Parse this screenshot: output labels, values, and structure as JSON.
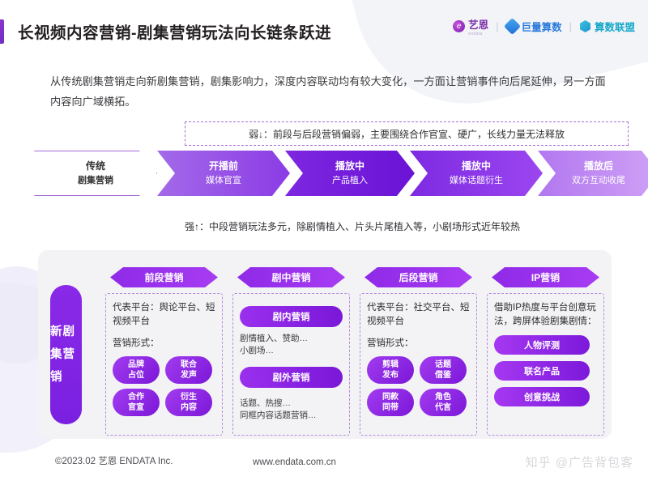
{
  "header": {
    "title": "长视频内容营销-剧集营销玩法向长链条跃进",
    "accent_color": "#7f2ae0",
    "logos": [
      {
        "name": "艺恩",
        "sub": "endata",
        "icon": "endata-logo-icon",
        "color": "#7b2fa8"
      },
      {
        "name": "巨量算数",
        "sub": "",
        "icon": "juliang-logo-icon",
        "color": "#2a7bdd"
      },
      {
        "name": "算数联盟",
        "sub": "",
        "icon": "suanshu-logo-icon",
        "color": "#15a8c9"
      }
    ],
    "separator": "|"
  },
  "intro": "从传统剧集营销走向新剧集营销，剧集影响力，深度内容联动均有较大变化，一方面让营销事件向后尾延伸，另一方面内容向广域横拓。",
  "notes": {
    "weak": "弱↓：前段与后段营销偏弱，主要围绕合作官宣、硬广，长线力量无法释放",
    "strong": "强↑：中段营销玩法多元，除剧情植入、片头片尾植入等，小剧场形式近年较热"
  },
  "flow": {
    "legacy": {
      "line1": "传统",
      "line2": "剧集营销"
    },
    "stages": [
      {
        "line1": "开播前",
        "line2": "媒体官宣",
        "color": "#8b3ce6"
      },
      {
        "line1": "播放中",
        "line2": "产品植入",
        "color": "#6a13d6"
      },
      {
        "line1": "播放中",
        "line2": "媒体话题衍生",
        "color": "#7d2ae2"
      },
      {
        "line1": "播放后",
        "line2": "双方互动收尾",
        "color": "#b277ef"
      }
    ]
  },
  "panel": {
    "vertical_label": "新剧集营销",
    "columns": [
      {
        "header": "前段营销",
        "platform_line": "代表平台：舆论平台、短视频平台",
        "form_label": "营销形式：",
        "pills": [
          {
            "l1": "品牌",
            "l2": "占位"
          },
          {
            "l1": "联合",
            "l2": "发声"
          },
          {
            "l1": "合作",
            "l2": "官宣"
          },
          {
            "l1": "衍生",
            "l2": "内容"
          }
        ]
      },
      {
        "header": "剧中营销",
        "group1_title": "剧内营销",
        "group1_text": "剧情植入、赞助…\n小剧场…",
        "group2_title": "剧外营销",
        "group2_text": "话题、热搜…\n同框内容话题营销…"
      },
      {
        "header": "后段营销",
        "platform_line": "代表平台：社交平台、短视频平台",
        "form_label": "营销形式：",
        "pills": [
          {
            "l1": "剪辑",
            "l2": "发布"
          },
          {
            "l1": "话题",
            "l2": "借鉴"
          },
          {
            "l1": "同款",
            "l2": "同带"
          },
          {
            "l1": "角色",
            "l2": "代言"
          }
        ]
      },
      {
        "header": "IP营销",
        "platform_line": "借助IP热度与平台创意玩法，跨屏体验剧集剧情：",
        "pills_wide": [
          "人物评测",
          "联名产品",
          "创意挑战"
        ]
      }
    ]
  },
  "footer": {
    "copyright": "©2023.02 艺恩 ENDATA Inc.",
    "website": "www.endata.com.cn",
    "watermark": "知乎 @广告背包客"
  }
}
